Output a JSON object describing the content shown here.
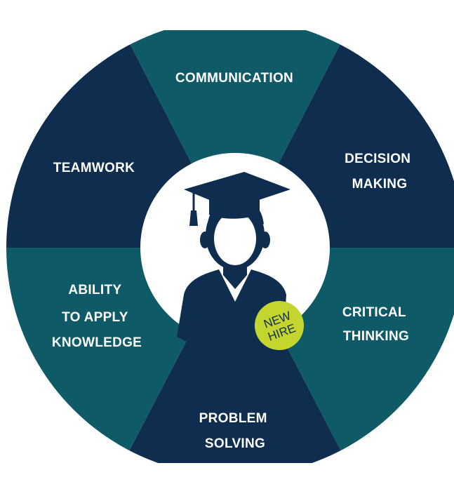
{
  "segments": [
    {
      "id": "communication",
      "lines": [
        "COMMUNICATION"
      ],
      "color": "#0e5a67"
    },
    {
      "id": "decision-making",
      "lines": [
        "DECISION",
        "MAKING"
      ],
      "color": "#0f2d4e"
    },
    {
      "id": "critical-thinking",
      "lines": [
        "CRITICAL",
        "THINKING"
      ],
      "color": "#0e5a67"
    },
    {
      "id": "problem-solving",
      "lines": [
        "PROBLEM",
        "SOLVING"
      ],
      "color": "#0f2d4e"
    },
    {
      "id": "ability-to-apply-knowledge",
      "lines": [
        "ABILITY",
        "TO APPLY",
        "KNOWLEDGE"
      ],
      "color": "#0e5a67"
    },
    {
      "id": "teamwork",
      "lines": [
        "TEAMWORK"
      ],
      "color": "#0f2d4e"
    }
  ],
  "badge": {
    "line1": "NEW",
    "line2": "HIRE",
    "color": "#c5d52f"
  },
  "colors": {
    "figure": "#0f2d4e",
    "center": "#ffffff"
  }
}
